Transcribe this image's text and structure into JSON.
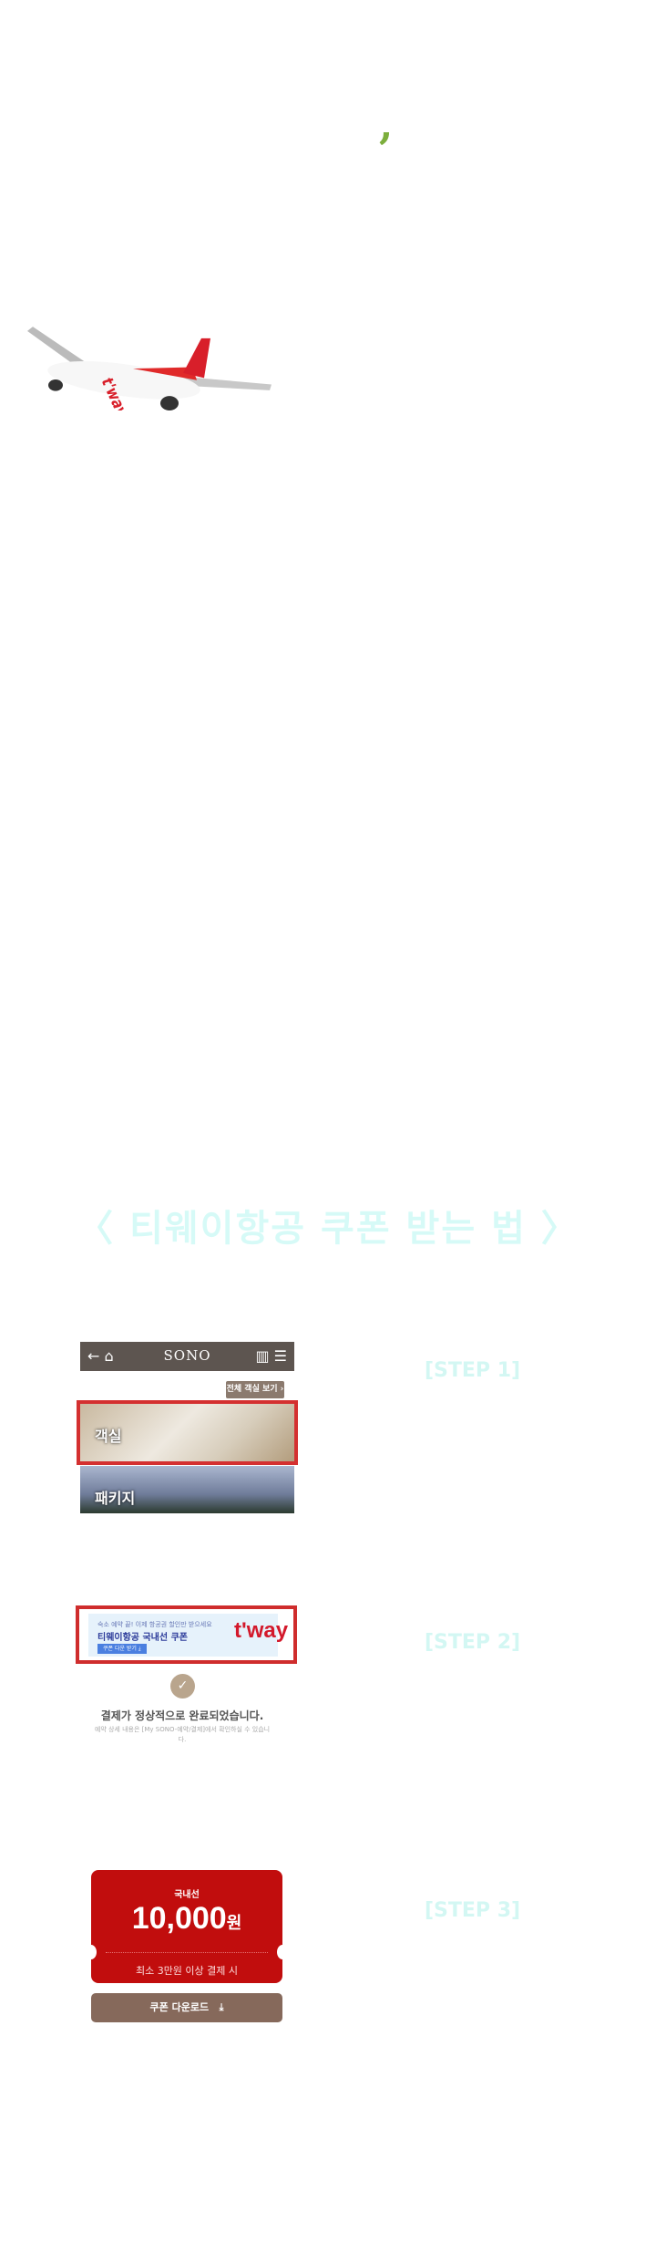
{
  "decor": {
    "comma": ","
  },
  "plane": {
    "logo_text": "t'way"
  },
  "title": "〈 티웨이항공 쿠폰 받는 법 〉",
  "steps": [
    "[STEP 1]",
    "[STEP 2]",
    "[STEP 3]"
  ],
  "step1": {
    "logo": "SONO",
    "back_icon": "←",
    "home_icon": "⌂",
    "map_icon": "▥",
    "menu_icon": "☰",
    "all_rooms": "전체 객실 보기 ›",
    "room": "객실",
    "package": "패키지",
    "highlight_color": "#d43030"
  },
  "step2": {
    "banner_line1": "숙소 예약 끝! 이제 항공권 할인만 받으세요",
    "banner_title": "티웨이항공 국내선 쿠폰",
    "banner_button": "쿠폰 다운 받기 ⤓",
    "banner_logo": "t'way",
    "check_icon": "✓",
    "done": "결제가 정상적으로 완료되었습니다.",
    "done_sub": "예약 상세 내용은 [My SONO-예약/결제]에서 확인하실 수 있습니다."
  },
  "step3": {
    "type": "국내선",
    "amount": "10,000",
    "unit": "원",
    "condition": "최소 3만원 이상 결제 시",
    "download": "쿠폰 다운로드",
    "download_icon": "⤓",
    "coupon_color": "#c10d0d"
  }
}
